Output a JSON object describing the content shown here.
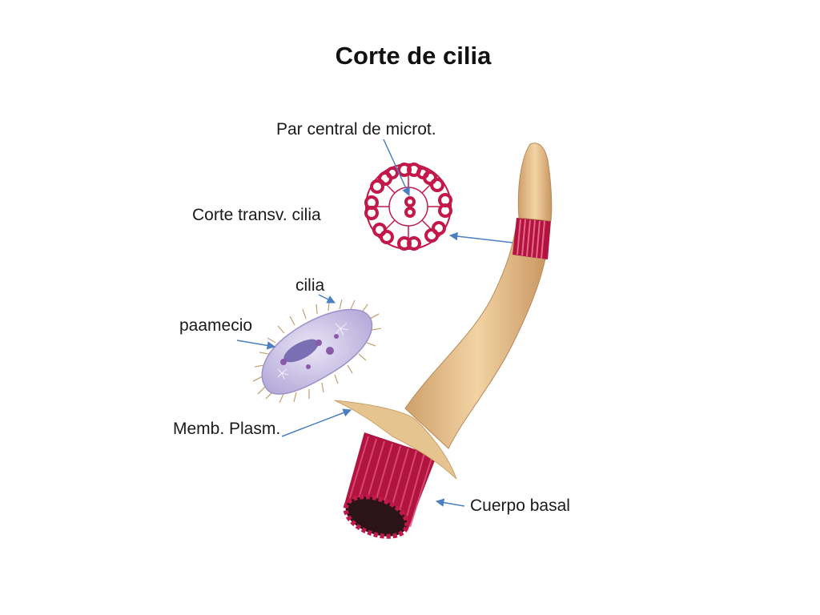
{
  "title": "Corte de cilia",
  "labels": {
    "central_pair": "Par central de microt.",
    "cross_section": "Corte transv. cilia",
    "cilia": "cilia",
    "paramecium": "paamecio",
    "plasma_membrane": "Memb. Plasm.",
    "basal_body": "Cuerpo basal"
  },
  "colors": {
    "cilium": "#e8c28e",
    "microtubule": "#c2184a",
    "arrow": "#4a7fc1",
    "cell": "#cfc8e6",
    "nucleus": "#7a6fb3"
  }
}
